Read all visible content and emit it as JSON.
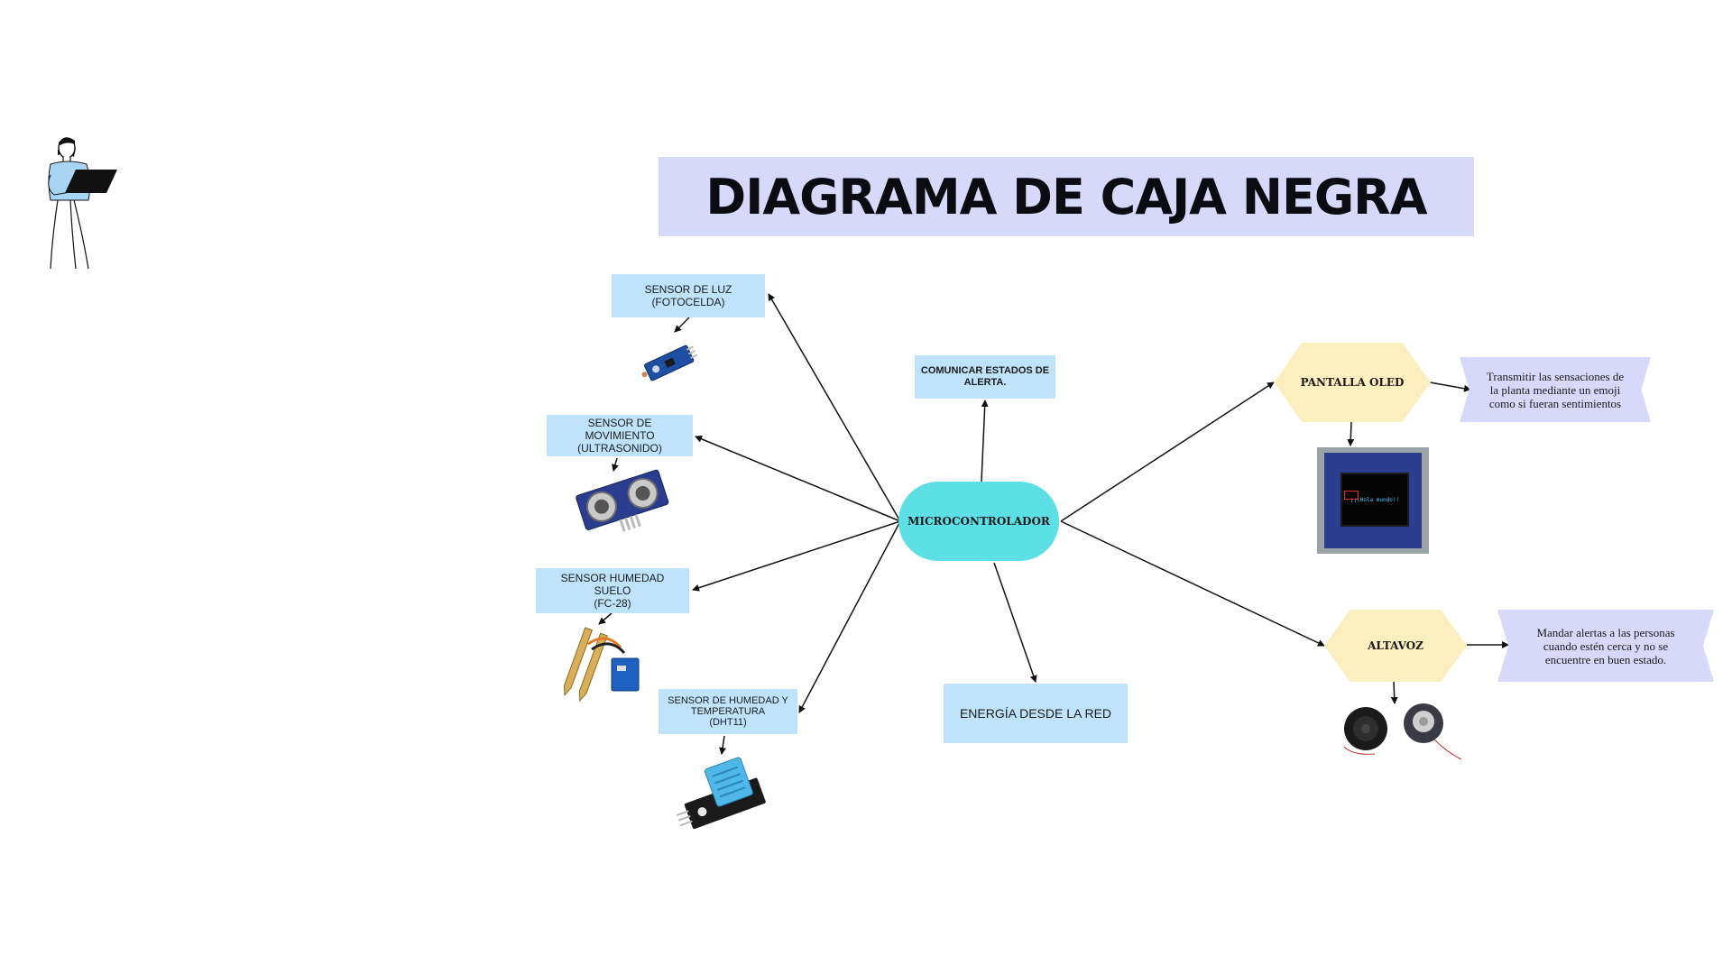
{
  "title": "DIAGRAMA DE CAJA NEGRA",
  "center": "MICROCONTROLADOR",
  "inputs": [
    {
      "label": "SENSOR DE LUZ\n(FOTOCELDA)",
      "image": "photocell-module"
    },
    {
      "label": "SENSOR DE MOVIMIENTO\n(ULTRASONIDO)",
      "image": "ultrasonic-sensor"
    },
    {
      "label": "SENSOR HUMEDAD SUELO\n(FC-28)",
      "image": "soil-moisture-probe"
    },
    {
      "label": "SENSOR DE HUMEDAD Y\nTEMPERATURA\n(DHT11)",
      "image": "dht11-module"
    }
  ],
  "alert_box": "COMUNICAR ESTADOS DE\nALERTA.",
  "power_box": "ENERGÍA DESDE LA RED",
  "outputs": [
    {
      "label": "PANTALLA OLED",
      "description": "Transmitir las sensaciones de\nla planta mediante un emoji\ncomo si fueran sentimientos",
      "image": "oled-display"
    },
    {
      "label": "ALTAVOZ",
      "description": "Mandar alertas a las personas\ncuando estén cerca y no se\nencuentre en buen estado.",
      "image": "speakers"
    }
  ],
  "oled_screen_text": "¡¡¡Hola mundo!!",
  "colors": {
    "title_bg": "#d7d9fb",
    "center_node": "#5ce0e6",
    "box_blue": "#bfe3fa",
    "hex_yellow": "#fbefc0",
    "ribbon_lavender": "#d7d9fb"
  }
}
